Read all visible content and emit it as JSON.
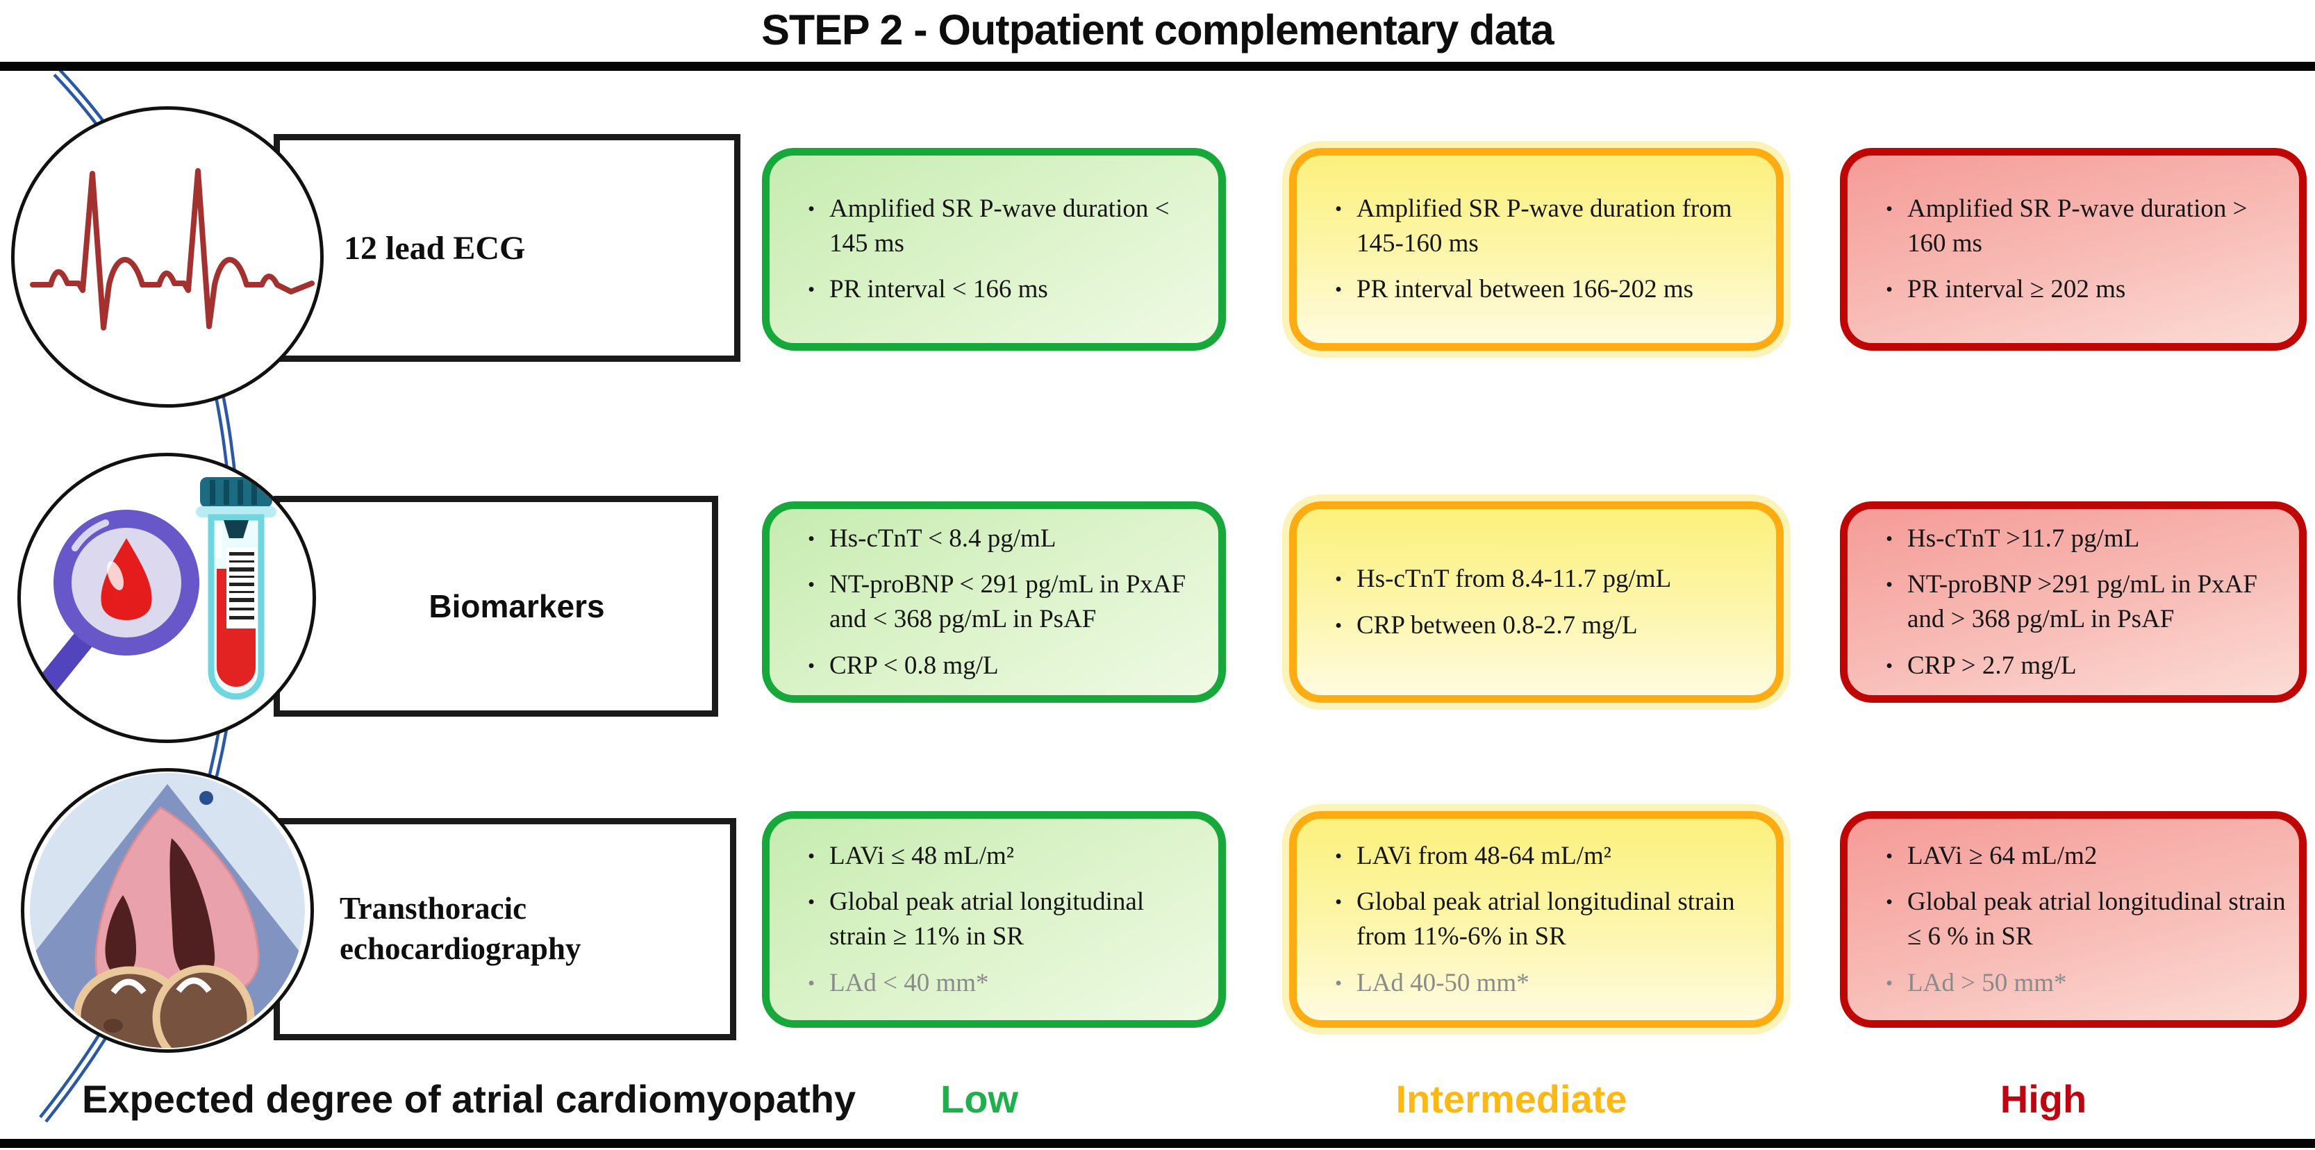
{
  "title": "STEP 2 - Outpatient complementary data",
  "rows": [
    {
      "label": "12 lead ECG",
      "icon": "ecg-waveform-icon"
    },
    {
      "label": "Biomarkers",
      "icon": "blood-test-icon"
    },
    {
      "label_line1": "Transthoracic",
      "label_line2": "echocardiography",
      "icon": "echocardiogram-heart-icon"
    }
  ],
  "matrix": {
    "r1": {
      "green": [
        "Amplified SR P-wave duration < 145 ms",
        "PR interval < 166 ms"
      ],
      "yellow": [
        "Amplified SR P-wave duration from 145-160 ms",
        "PR interval between 166-202 ms"
      ],
      "red": [
        "Amplified SR P-wave duration > 160 ms",
        "PR interval ≥ 202 ms"
      ]
    },
    "r2": {
      "green": [
        "Hs-cTnT < 8.4 pg/mL",
        "NT-proBNP < 291 pg/mL in PxAF and < 368 pg/mL in PsAF",
        "CRP < 0.8 mg/L"
      ],
      "yellow": [
        "Hs-cTnT from 8.4-11.7 pg/mL",
        "CRP between 0.8-2.7 mg/L"
      ],
      "red": [
        "Hs-cTnT >11.7 pg/mL",
        "NT-proBNP >291 pg/mL in PxAF and > 368 pg/mL in PsAF",
        "CRP > 2.7 mg/L"
      ]
    },
    "r3": {
      "green": [
        "LAVi ≤ 48 mL/m²",
        "Global peak atrial longitudinal strain ≥ 11% in SR",
        "LAd < 40 mm*"
      ],
      "yellow": [
        "LAVi from 48-64 mL/m²",
        "Global peak atrial longitudinal strain from 11%-6% in SR",
        "LAd 40-50 mm*"
      ],
      "red": [
        "LAVi ≥ 64 mL/m2",
        "Global peak atrial longitudinal strain ≤ 6 % in SR",
        "LAd > 50 mm*"
      ]
    }
  },
  "footer": {
    "label": "Expected degree of atrial cardiomyopathy",
    "low": "Low",
    "intermediate": "Intermediate",
    "high": "High"
  },
  "colors": {
    "low_text": "#1db04b",
    "intermediate_text": "#fdb813",
    "high_text": "#bd0410",
    "green_border": "#17a83c",
    "yellow_border": "#ffac12",
    "red_border": "#c00505",
    "connector_blue": "#2b57a7",
    "ecg_trace": "#a33130"
  }
}
